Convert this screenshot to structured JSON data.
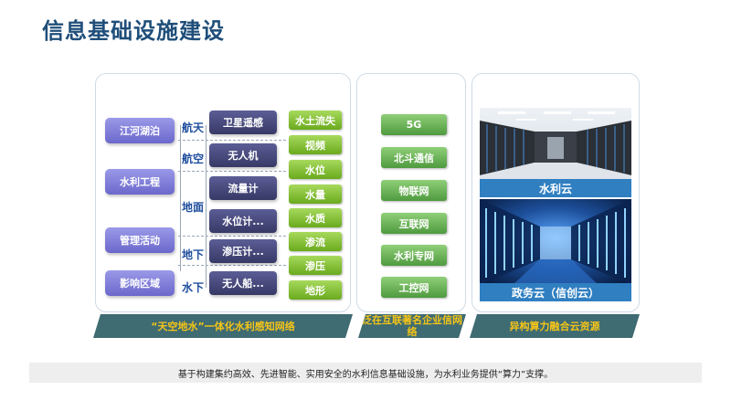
{
  "title": "信息基础设施建设",
  "left_panel": {
    "categories": [
      "江河湖泊",
      "水利工程",
      "管理活动",
      "影响区域"
    ],
    "layers": [
      "航天",
      "航空",
      "地面",
      "地下",
      "水下"
    ],
    "devices": [
      "卫星遥感",
      "无人机",
      "流量计",
      "水位计...",
      "渗压计...",
      "无人船..."
    ],
    "metrics": [
      "水土流失",
      "视频",
      "水位",
      "水量",
      "水质",
      "渗流",
      "渗压",
      "地形"
    ],
    "banner": "“天空地水”一体化水利感知网络"
  },
  "middle_panel": {
    "networks": [
      "5G",
      "北斗通信",
      "物联网",
      "互联网",
      "水利专网",
      "工控网"
    ],
    "banner": "泛在互联著名企业信网络"
  },
  "right_panel": {
    "clouds": [
      "水利云",
      "政务云（信创云）"
    ],
    "banner": "异构算力融合云资源"
  },
  "footer": "基于构建集约高效、先进智能、实用安全的水利信息基础设施，为水利业务提供“算力”支撑。"
}
